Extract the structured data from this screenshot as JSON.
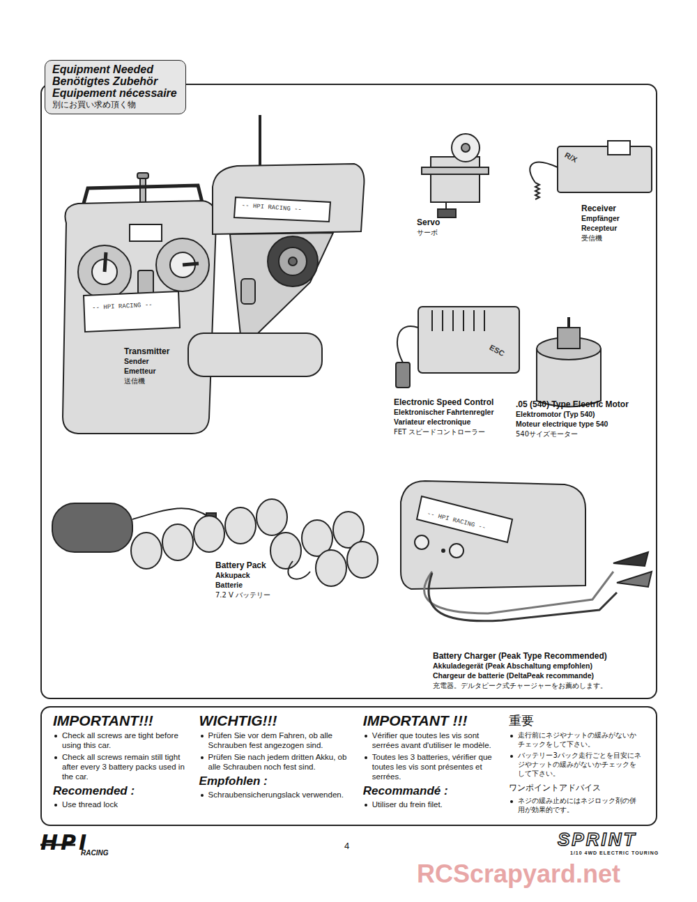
{
  "diagram": {
    "nodes": [
      {
        "text": [
          "Equipment Needed",
          "Benötigtes Zubehör",
          "Equipement nécessaire",
          "別にお買い求め頂く物"
        ]
      },
      {
        "text": [
          "IMPORTANT!!!",
          "Check all screws are tight before using this car.",
          "Check all screws remain still tight after every 3 battery packs used in the car.",
          "Recomended :",
          "Use thread lock",
          "WICHTIG!!!",
          "Prüfen Sie vor dem Fahren, ob alle Schrauben fest angezogen sind.",
          "Prüfen Sie nach jedem dritten Akku, ob alle Schrauben noch fest sind.",
          "Empfohlen :",
          "Schraubensicherungslack verwenden.",
          "IMPORTANT !!!",
          "Vérifier que toutes les vis sont serrées avant d'utiliser le modèle.",
          "Toutes les 3 batteries, vérifier que toutes les vis sont présentes et serrées.",
          "Recommandé :",
          "Utiliser du frein filet.",
          "重要",
          "走行前にネジやナットの緩みがないかチェックをして下さい。",
          "バッテリー3パック走行ごとを目安にネジやナットの緩みがないかチェックをして下さい。",
          "ワンポイントアドバイス",
          "ネジの緩み止めにはネジロック剤の併用が効果的です。"
        ]
      }
    ],
    "labels": [
      "-- HPI RACING --",
      "-- HPI RACING --",
      "Transmitter",
      "Sender",
      "Emetteur",
      "送信機",
      "Servo",
      "サーボ",
      "R/X",
      "Receiver",
      "Empfänger",
      "Recepteur",
      "受信機",
      "ESC",
      "Electronic Speed Control",
      "Elektronischer Fahrtenregler",
      "Variateur electronique",
      "FET スピードコントローラー",
      ".05 (540) Type Electric Motor",
      "Elektromotor (Typ 540)",
      "Moteur electrique type 540",
      "540サイズモーター",
      "Battery Pack",
      "Akkupack",
      "Batterie",
      "7.2 V バッテリー",
      "-- HPI RACING --",
      "Battery Charger (Peak Type Recommended)",
      "Akkuladegerät (Peak Abschaltung empfohlen)",
      "Chargeur de batterie (DeltaPeak recommande)",
      "充電器。デルタピーク式チャージャーをお薦めします。",
      "HPI",
      "RACING",
      "4",
      "SPRINT",
      "1/10 4WD ELECTRIC TOURING",
      "RCScrapyard.net"
    ]
  }
}
